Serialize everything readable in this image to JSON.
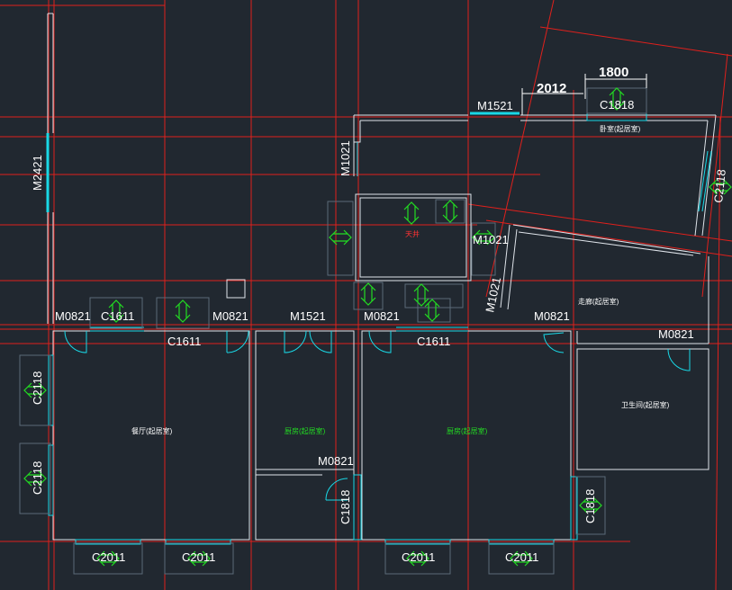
{
  "colors": {
    "background": "#212830",
    "grid_line": "#e0201c",
    "wall": "#dfe4ea",
    "window_door": "#19d8e6",
    "symbol": "#22dd22",
    "room_label_white": "#ffffff",
    "room_label_green": "#22dd22",
    "room_label_red": "#ff3333"
  },
  "dimensions": {
    "d2012": "2012",
    "d1800": "1800"
  },
  "doors": {
    "m2421": "M2421",
    "m1521_top": "M1521",
    "m1021_left": "M1021",
    "m1021_right": "M1021",
    "m1021_diag": "M1021",
    "m0821_a": "M0821",
    "m0821_b": "M0821",
    "m1521_mid": "M1521",
    "m0821_c": "M0821",
    "m0821_d": "M0821",
    "m0821_e": "M0821",
    "m0821_f": "M0821"
  },
  "windows": {
    "c1818_top": "C1818",
    "c2118_right": "C2118",
    "c1611_a": "C1611",
    "c1611_b": "C1611",
    "c1611_c": "C1611",
    "c2118_left_a": "C2118",
    "c2118_left_b": "C2118",
    "c1818_mid": "C1818",
    "c1818_right": "C1818",
    "c2011_a": "C2011",
    "c2011_b": "C2011",
    "c2011_c": "C2011",
    "c2011_d": "C2011"
  },
  "rooms": {
    "top_room": "卧室(起居室)",
    "stair": "天井",
    "living": "餐厅(起居室)",
    "mid_room": "厨房(起居室)",
    "center_room": "厨房(起居室)",
    "right_small": "走廊(起居室)",
    "bathroom": "卫生间(起居室)"
  }
}
